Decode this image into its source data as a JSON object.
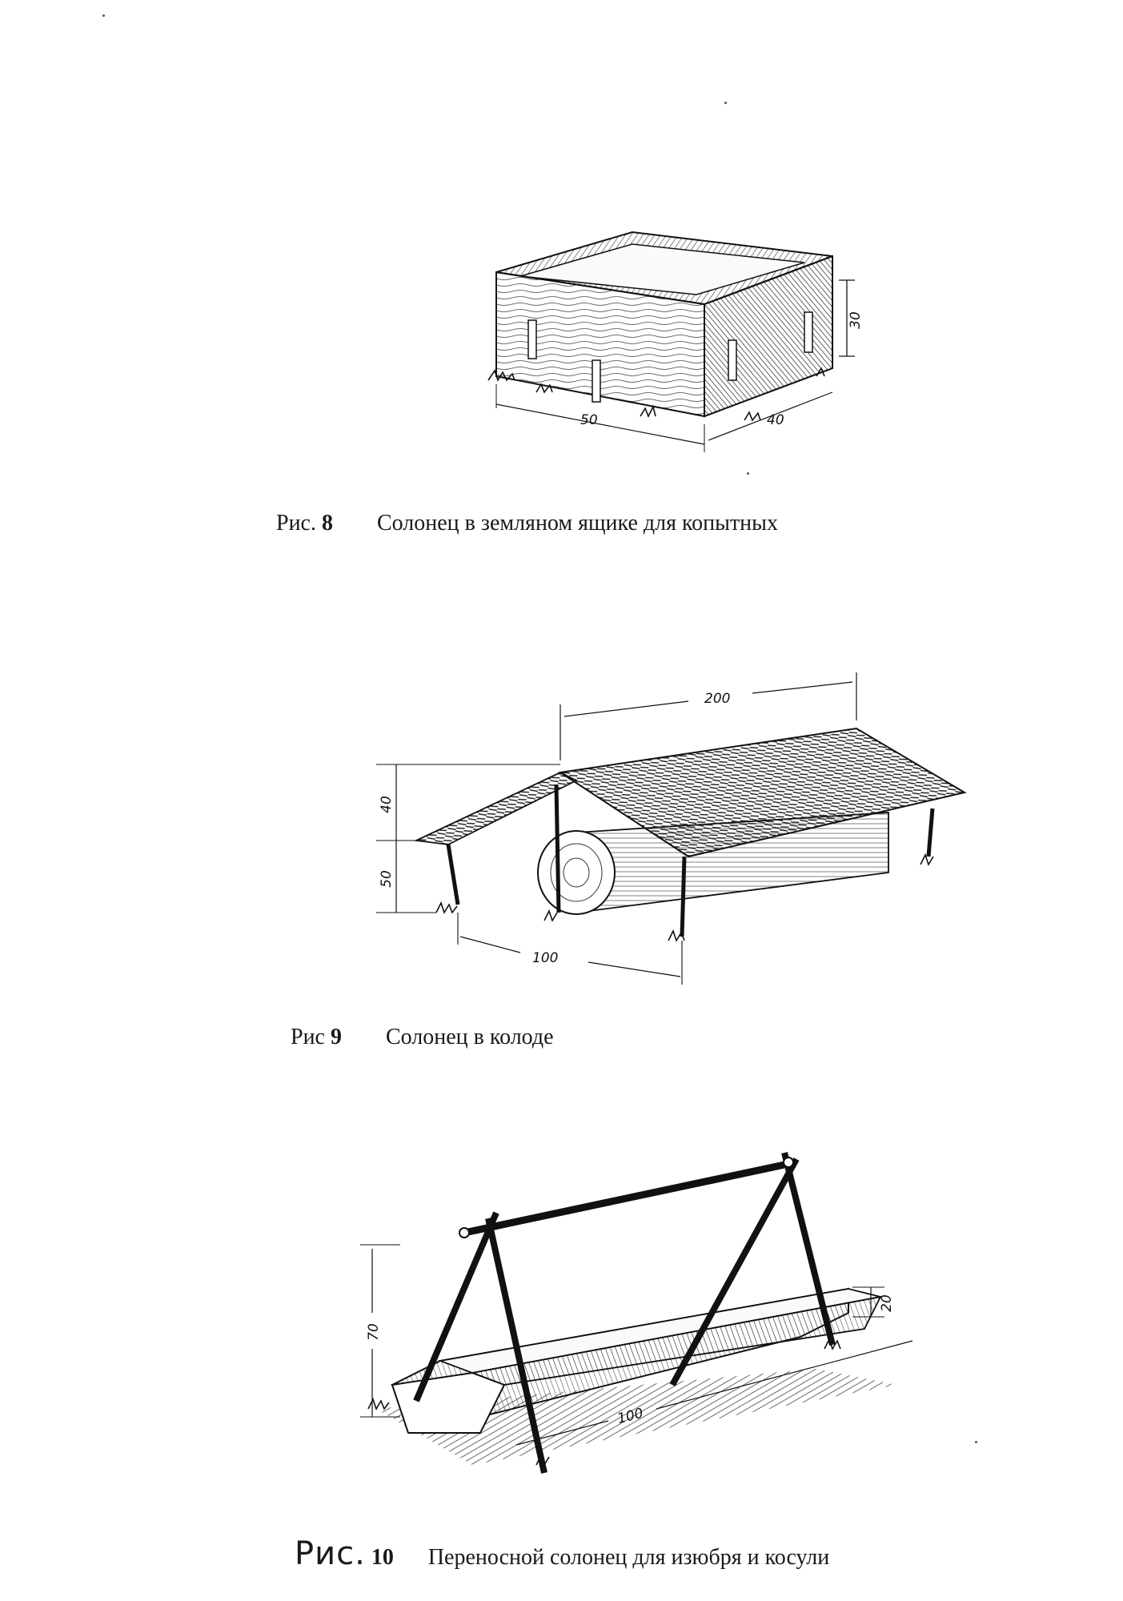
{
  "figures": [
    {
      "label": "Рис.",
      "number": "8",
      "caption": "Солонец в земляном ящике для копытных",
      "dimensions": [
        "30",
        "50",
        "40"
      ]
    },
    {
      "label": "Рис",
      "number": "9",
      "caption": "Солонец в колоде",
      "dimensions": [
        "200",
        "40",
        "50",
        "100"
      ]
    },
    {
      "label": "Рис.",
      "number": "10",
      "caption": "Переносной солонец для изюбря и косули",
      "dimensions": [
        "70",
        "20",
        "100"
      ]
    }
  ]
}
